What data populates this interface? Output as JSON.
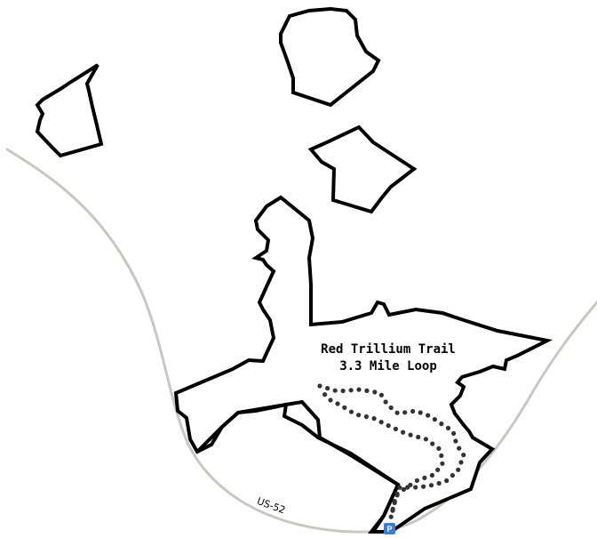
{
  "map": {
    "trail": {
      "name": "Red Trillium Trail",
      "length": "3.3 Mile Loop"
    },
    "road": {
      "label": "US-52"
    },
    "parking": {
      "symbol": "P",
      "color": "#3a7fd0"
    },
    "colors": {
      "boundary": "#000000",
      "road": "#c8c8c0",
      "trail": "#333333",
      "background": "#ffffff"
    }
  }
}
